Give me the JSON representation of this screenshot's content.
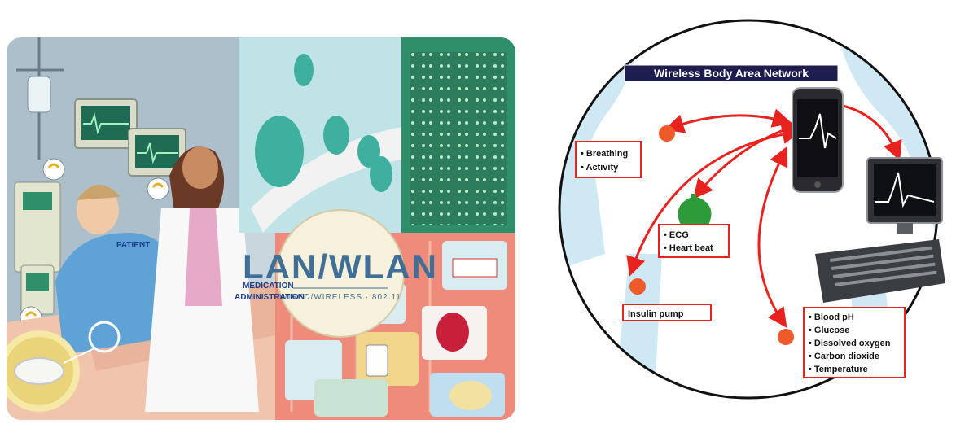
{
  "collage": {
    "patient_label": "PATIENT",
    "medication_line1": "MEDICATION",
    "medication_line2": "ADMINISTRATION",
    "network_title": "LAN/WLAN",
    "network_subtitle": "WIRED/WIRELESS · 802.11",
    "colors": {
      "room_blue": "#5f8cb8",
      "bed_pink": "#f1c4ad",
      "teal_panel": "#2f8f6a",
      "coral_panel": "#ee8b7a",
      "badge_bg": "#f6f1dc",
      "badge_text": "#3f6f96"
    }
  },
  "wban": {
    "title": "Wireless Body Area Network",
    "box_breathing": [
      "• Breathing",
      "• Activity"
    ],
    "box_ecg": [
      "• ECG",
      "• Heart beat"
    ],
    "box_insulin": "Insulin pump",
    "box_blood": [
      "• Blood pH",
      "• Glucose",
      "• Dissolved oxygen",
      "• Carbon dioxide",
      "• Temperature"
    ],
    "colors": {
      "circle_fill": "#cfe9f4",
      "body_fill": "#ffffff",
      "arrow": "#e8231f",
      "sensor": "#ee5a2a",
      "heart": "#2e9b3b",
      "title_bg": "#1d1d4f",
      "title_text": "#ffffff",
      "box_border": "#e8231f"
    },
    "icons": [
      "smartphone-icon",
      "desktop-computer-icon",
      "heart-sensor-icon"
    ]
  }
}
